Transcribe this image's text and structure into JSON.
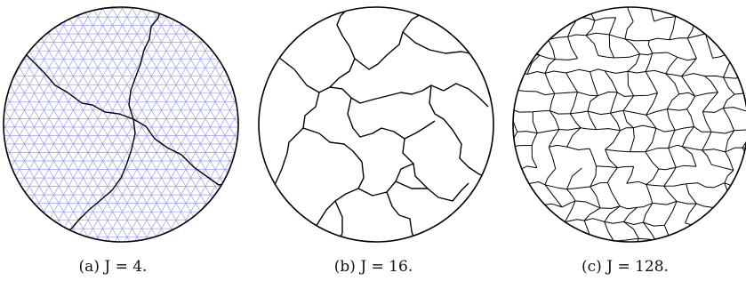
{
  "figure": {
    "panels": [
      {
        "caption": "(a) J = 4.",
        "parts": 4,
        "mesh_visible": true,
        "mesh_color": "#9b9cf0"
      },
      {
        "caption": "(b) J = 16.",
        "parts": 16,
        "mesh_visible": false
      },
      {
        "caption": "(c) J = 128.",
        "parts": 128,
        "mesh_visible": false
      }
    ],
    "colors": {
      "boundary": "#000000",
      "mesh": "#9b9cf0",
      "background": "#ffffff"
    }
  }
}
